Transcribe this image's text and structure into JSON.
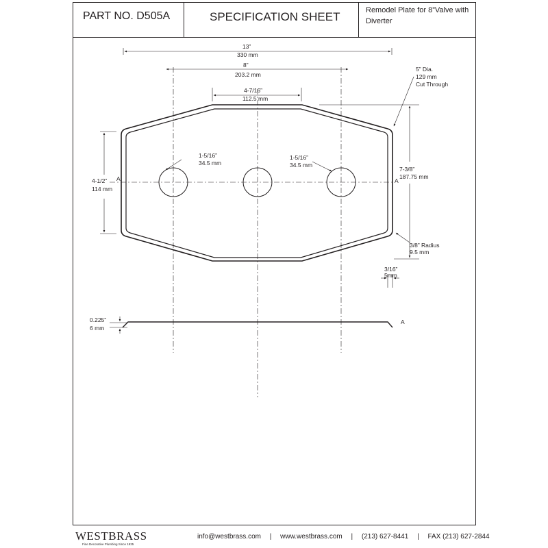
{
  "header": {
    "part_no": "PART NO.  D505A",
    "title": "SPECIFICATION SHEET",
    "description": "Remodel Plate for  8”Valve with Diverter"
  },
  "dimensions": {
    "overall_width": {
      "in": "13”",
      "mm": "330 mm"
    },
    "center_spacing": {
      "in": "8”",
      "mm": "203.2 mm"
    },
    "top_edge": {
      "in": "4-7/16”",
      "mm": "112.5 mm"
    },
    "center_hole": {
      "in": "5” Dia.",
      "mm": "129 mm",
      "note": "Cut Through"
    },
    "left_hole": {
      "in": "1-5/16”",
      "mm": "34.5 mm"
    },
    "right_hole": {
      "in": "1-5/16”",
      "mm": "34.5 mm"
    },
    "left_height": {
      "in": "4-1/2”",
      "mm": "114 mm"
    },
    "right_height": {
      "in": "7-3/8”",
      "mm": "187.75 mm"
    },
    "corner_radius": {
      "in": "3/8” Radius",
      "mm": "9.5 mm"
    },
    "edge_offset": {
      "in": "3/16”",
      "mm": "5mm"
    },
    "thickness": {
      "in": "0.225”",
      "mm": "6 mm"
    },
    "section_label": "A"
  },
  "footer": {
    "brand": "WESTBRASS",
    "tagline": "Fine Decorative Plumbing Since 1935",
    "email": "info@westbrass.com",
    "website": "www.westbrass.com",
    "phone": "(213) 627-8441",
    "fax": "FAX (213) 627-2844",
    "separator": "|"
  }
}
